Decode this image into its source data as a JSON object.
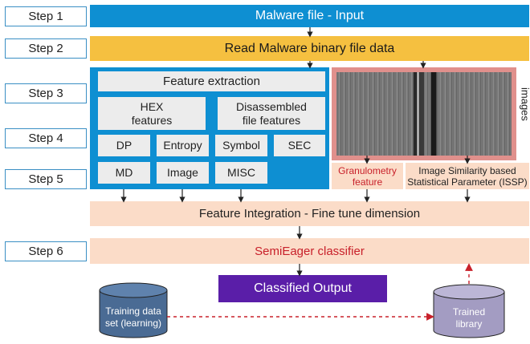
{
  "steps": [
    "Step 1",
    "Step 2",
    "Step 3",
    "Step 4",
    "Step 5",
    "Step 6"
  ],
  "top": {
    "input": "Malware file - Input",
    "read": "Read Malware binary file data"
  },
  "features": {
    "extraction": "Feature extraction",
    "hex_line1": "HEX",
    "hex_line2": "features",
    "disasm_line1": "Disassembled",
    "disasm_line2": "file features",
    "dp": "DP",
    "entropy": "Entropy",
    "symbol": "Symbol",
    "sec": "SEC",
    "md": "MD",
    "image": "Image",
    "misc": "MISC"
  },
  "images_label": "images",
  "granulometry_line1": "Granulometry",
  "granulometry_line2": "feature",
  "issp_line1": "Image Similarity based",
  "issp_line2": "Statistical Parameter (ISSP)",
  "integration": "Feature Integration - Fine tune dimension",
  "classifier": "SemiEager classifier",
  "output": "Classified Output",
  "training_line1": "Training data",
  "training_line2": "set (learning)",
  "trained_line1": "Trained",
  "trained_line2": "library",
  "colors": {
    "blue": "#0e8fd2",
    "yellow": "#f5c040",
    "peach": "#fbdcc8",
    "purple": "#5a1ea8",
    "red_text": "#c8202a",
    "pink_frame": "#e0908c"
  }
}
